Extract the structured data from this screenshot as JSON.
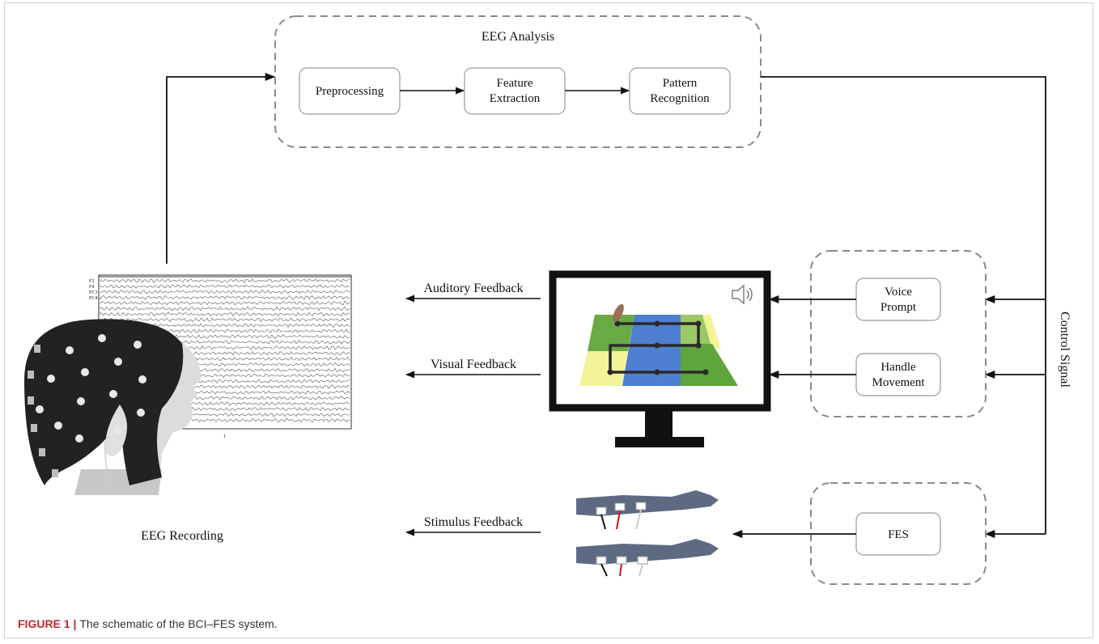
{
  "eeg_analysis": {
    "title": "EEG Analysis",
    "steps": {
      "preprocessing": "Preprocessing",
      "feature_line1": "Feature",
      "feature_line2": "Extraction",
      "pattern_line1": "Pattern",
      "pattern_line2": "Recognition"
    }
  },
  "recording": {
    "label": "EEG Recording"
  },
  "feedback": {
    "auditory": "Auditory Feedback",
    "visual": "Visual Feedback",
    "stimulus": "Stimulus Feedback"
  },
  "control": {
    "voice_line1": "Voice",
    "voice_line2": "Prompt",
    "handle_line1": "Handle",
    "handle_line2": "Movement",
    "fes": "FES",
    "signal_label": "Control Signal"
  },
  "eeg_channels": [
    "F3",
    "F4",
    "FC3",
    "FC4"
  ],
  "eeg_tick": "1",
  "caption": {
    "figure_label": "FIGURE 1 |",
    "text": "The schematic of the BCI–FES system."
  },
  "colors": {
    "line": "#111111",
    "dashed_border": "#8a8a8a",
    "box_border": "#9a9a9a",
    "tile_green": "#6aaa45",
    "tile_light_green": "#9cc865",
    "tile_blue": "#4f7fd0",
    "tile_yellow": "#f3f39a",
    "arm": "#5d6a82",
    "cap": "#222222",
    "caption_label": "#c0282e"
  }
}
